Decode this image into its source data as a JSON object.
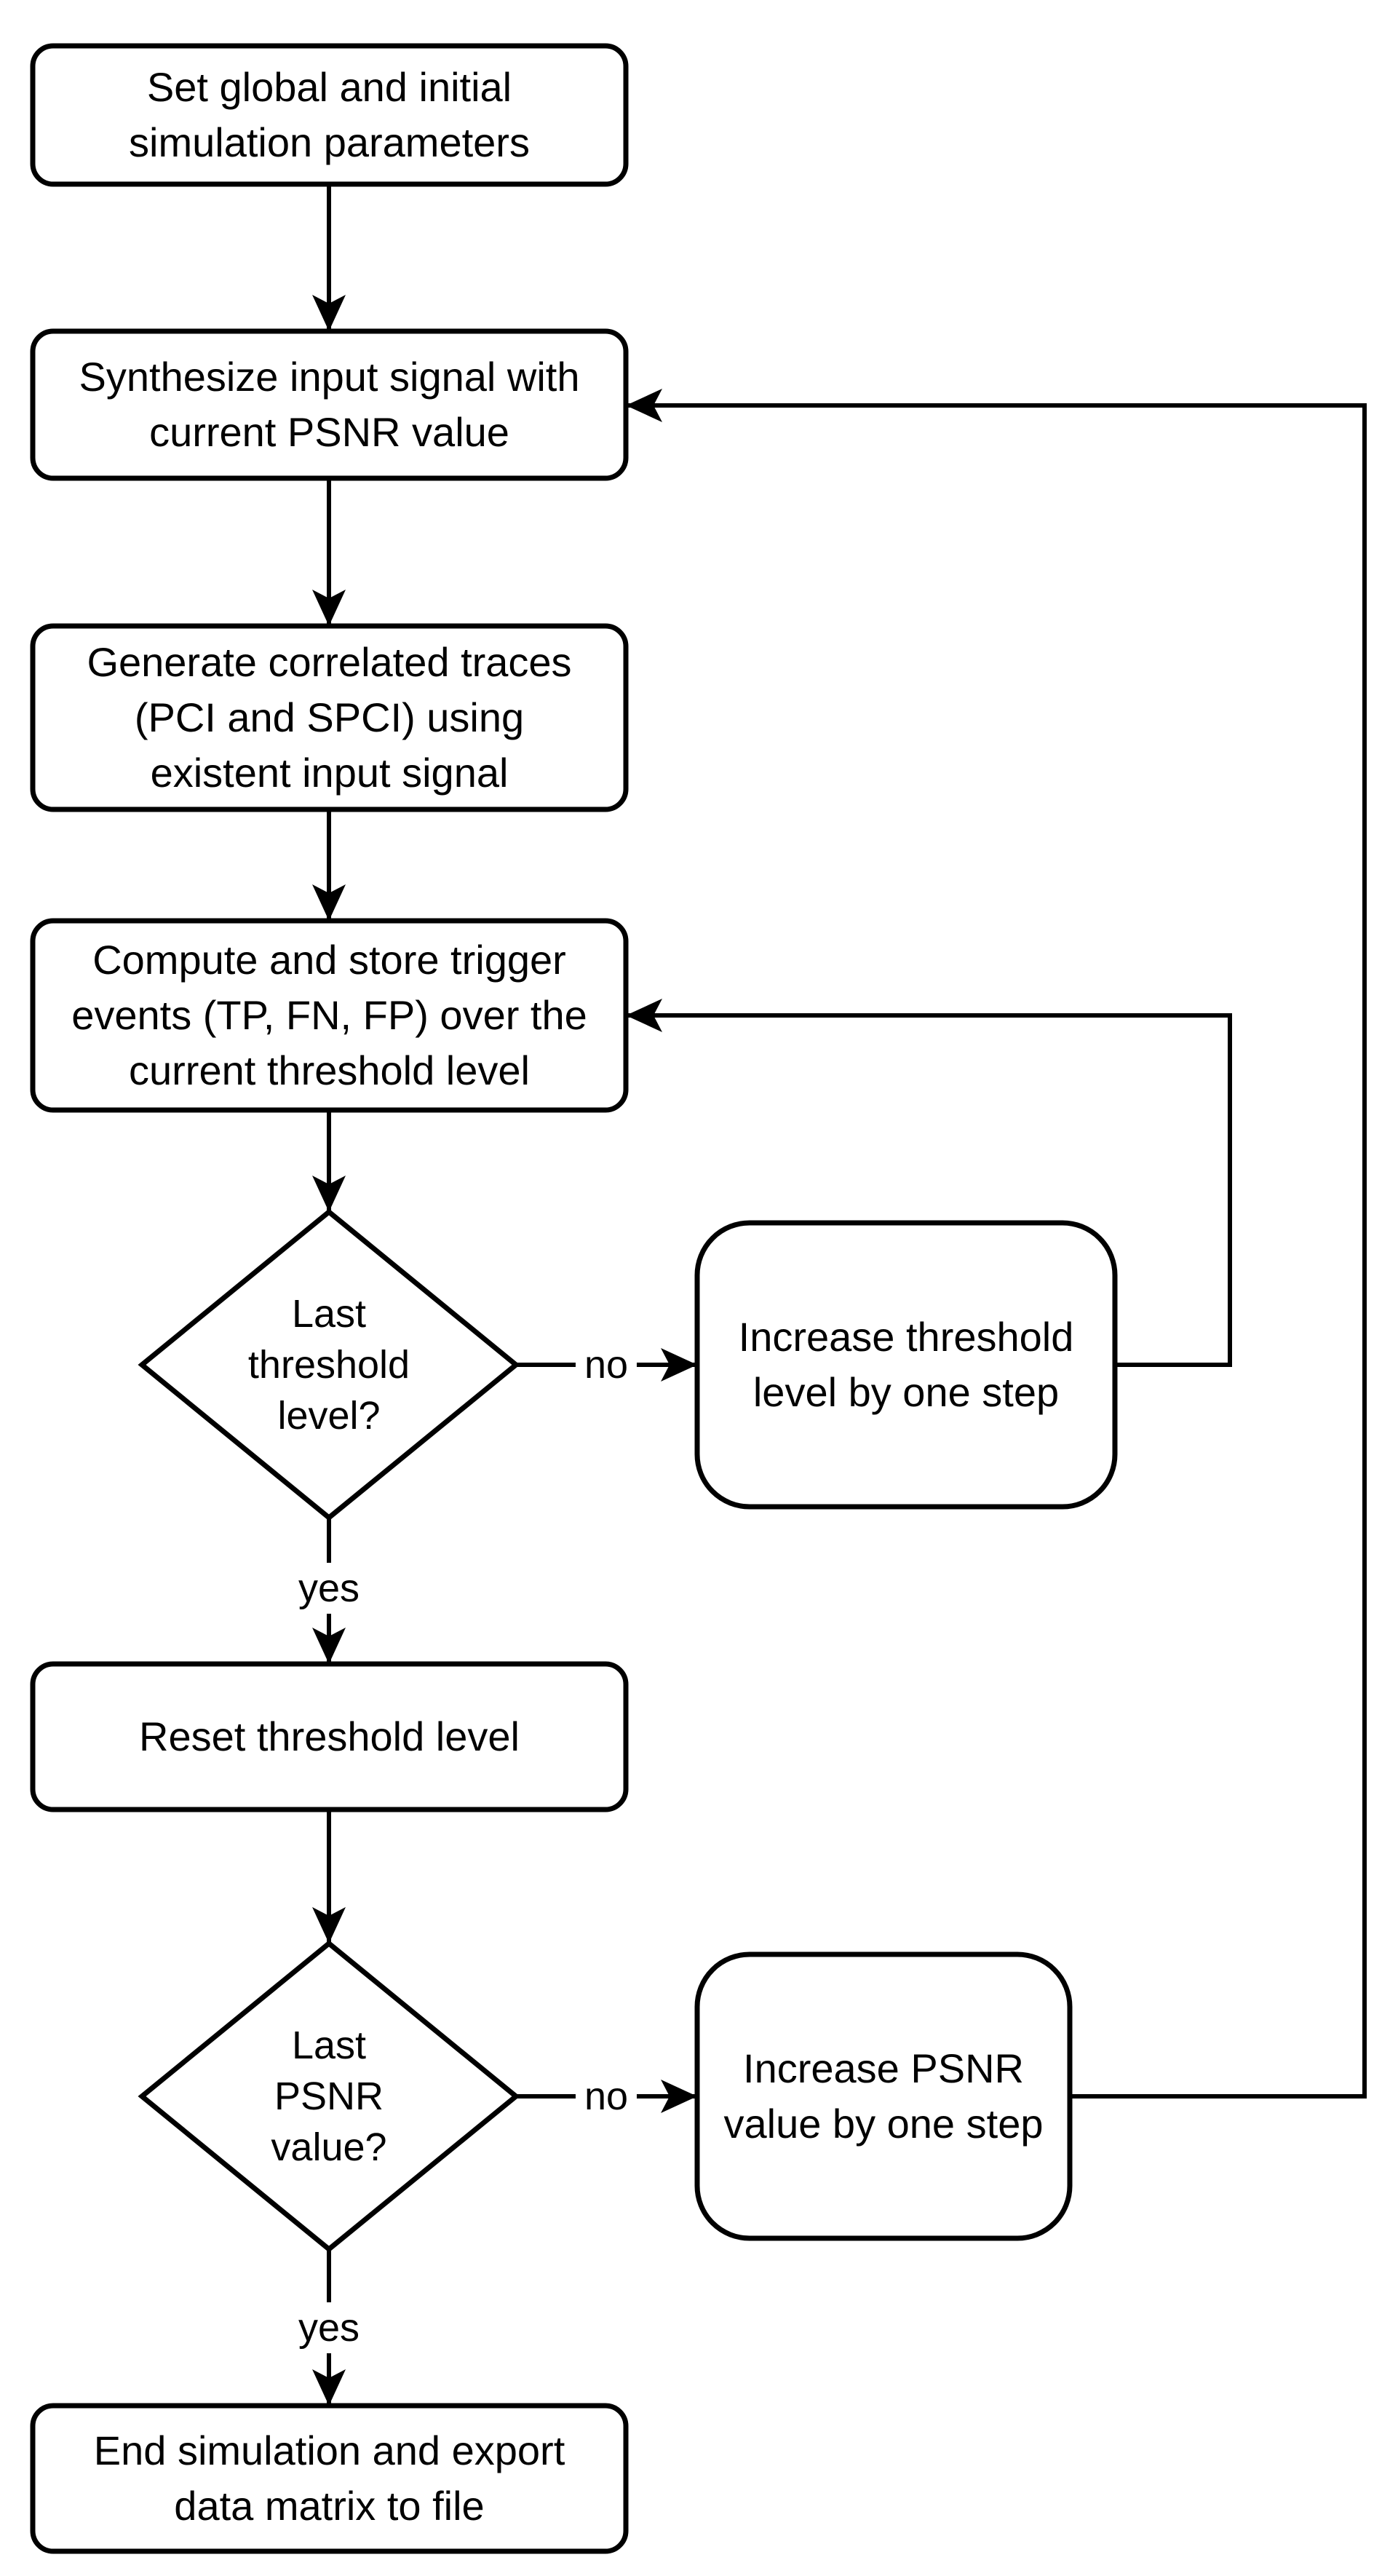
{
  "style": {
    "background_color": "#ffffff",
    "stroke_color": "#000000",
    "text_color": "#000000"
  },
  "nodes": {
    "set_params": {
      "type": "process",
      "lines": [
        "Set global and initial",
        "simulation parameters"
      ]
    },
    "synthesize": {
      "type": "process",
      "lines": [
        "Synthesize input signal with",
        "current PSNR value"
      ]
    },
    "generate": {
      "type": "process",
      "lines": [
        "Generate correlated traces",
        "(PCI and SPCI) using",
        "existent input signal"
      ]
    },
    "compute": {
      "type": "process",
      "lines": [
        "Compute and store trigger",
        "events (TP, FN, FP) over the",
        "current threshold level"
      ]
    },
    "last_threshold": {
      "type": "decision",
      "lines": [
        "Last",
        "threshold",
        "level?"
      ]
    },
    "increase_threshold": {
      "type": "process",
      "lines": [
        "Increase threshold",
        "level by one step"
      ]
    },
    "reset_threshold": {
      "type": "process",
      "lines": [
        "Reset threshold level"
      ]
    },
    "last_psnr": {
      "type": "decision",
      "lines": [
        "Last",
        "PSNR",
        "value?"
      ]
    },
    "increase_psnr": {
      "type": "process",
      "lines": [
        "Increase PSNR",
        "value by one step"
      ]
    },
    "end_sim": {
      "type": "process",
      "lines": [
        "End simulation and export",
        "data matrix to file"
      ]
    }
  },
  "edge_labels": {
    "threshold_no": "no",
    "threshold_yes": "yes",
    "psnr_no": "no",
    "psnr_yes": "yes"
  }
}
